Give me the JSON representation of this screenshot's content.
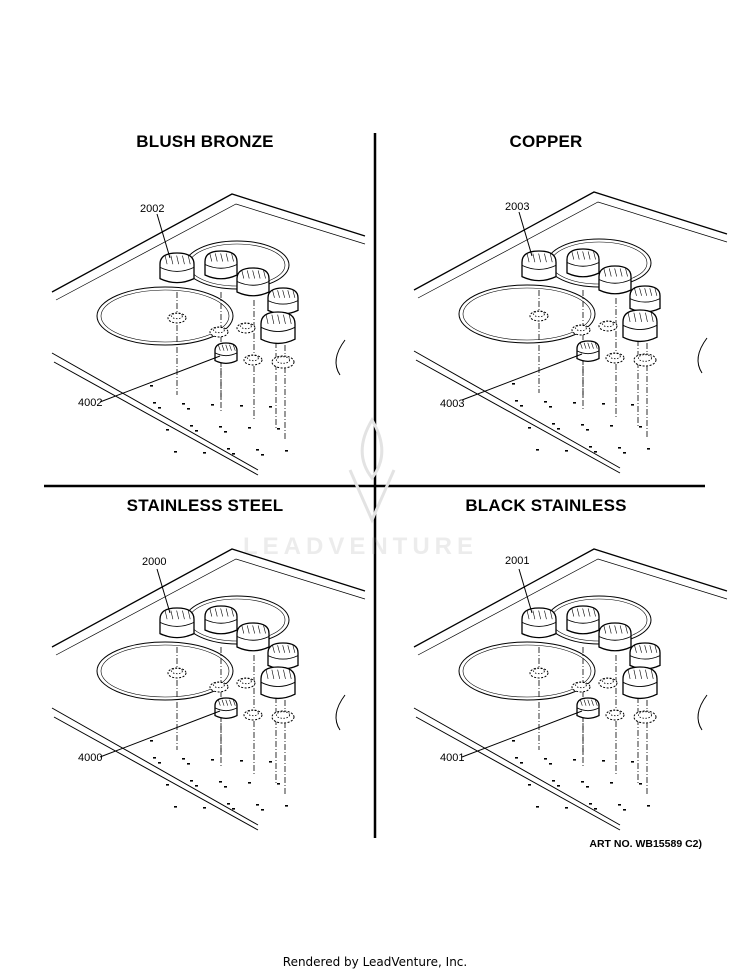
{
  "panels": [
    {
      "title": "BLUSH BRONZE",
      "knob_part": "2002",
      "small_part": "4002"
    },
    {
      "title": "COPPER",
      "knob_part": "2003",
      "small_part": "4003"
    },
    {
      "title": "STAINLESS STEEL",
      "knob_part": "2000",
      "small_part": "4000"
    },
    {
      "title": "BLACK STAINLESS",
      "knob_part": "2001",
      "small_part": "4001"
    }
  ],
  "art_number": "ART NO. WB15589 C2)",
  "watermark": "LEADVENTURE",
  "footer": "Rendered by LeadVenture, Inc.",
  "colors": {
    "line": "#000000",
    "watermark": "#d8d8d8"
  }
}
